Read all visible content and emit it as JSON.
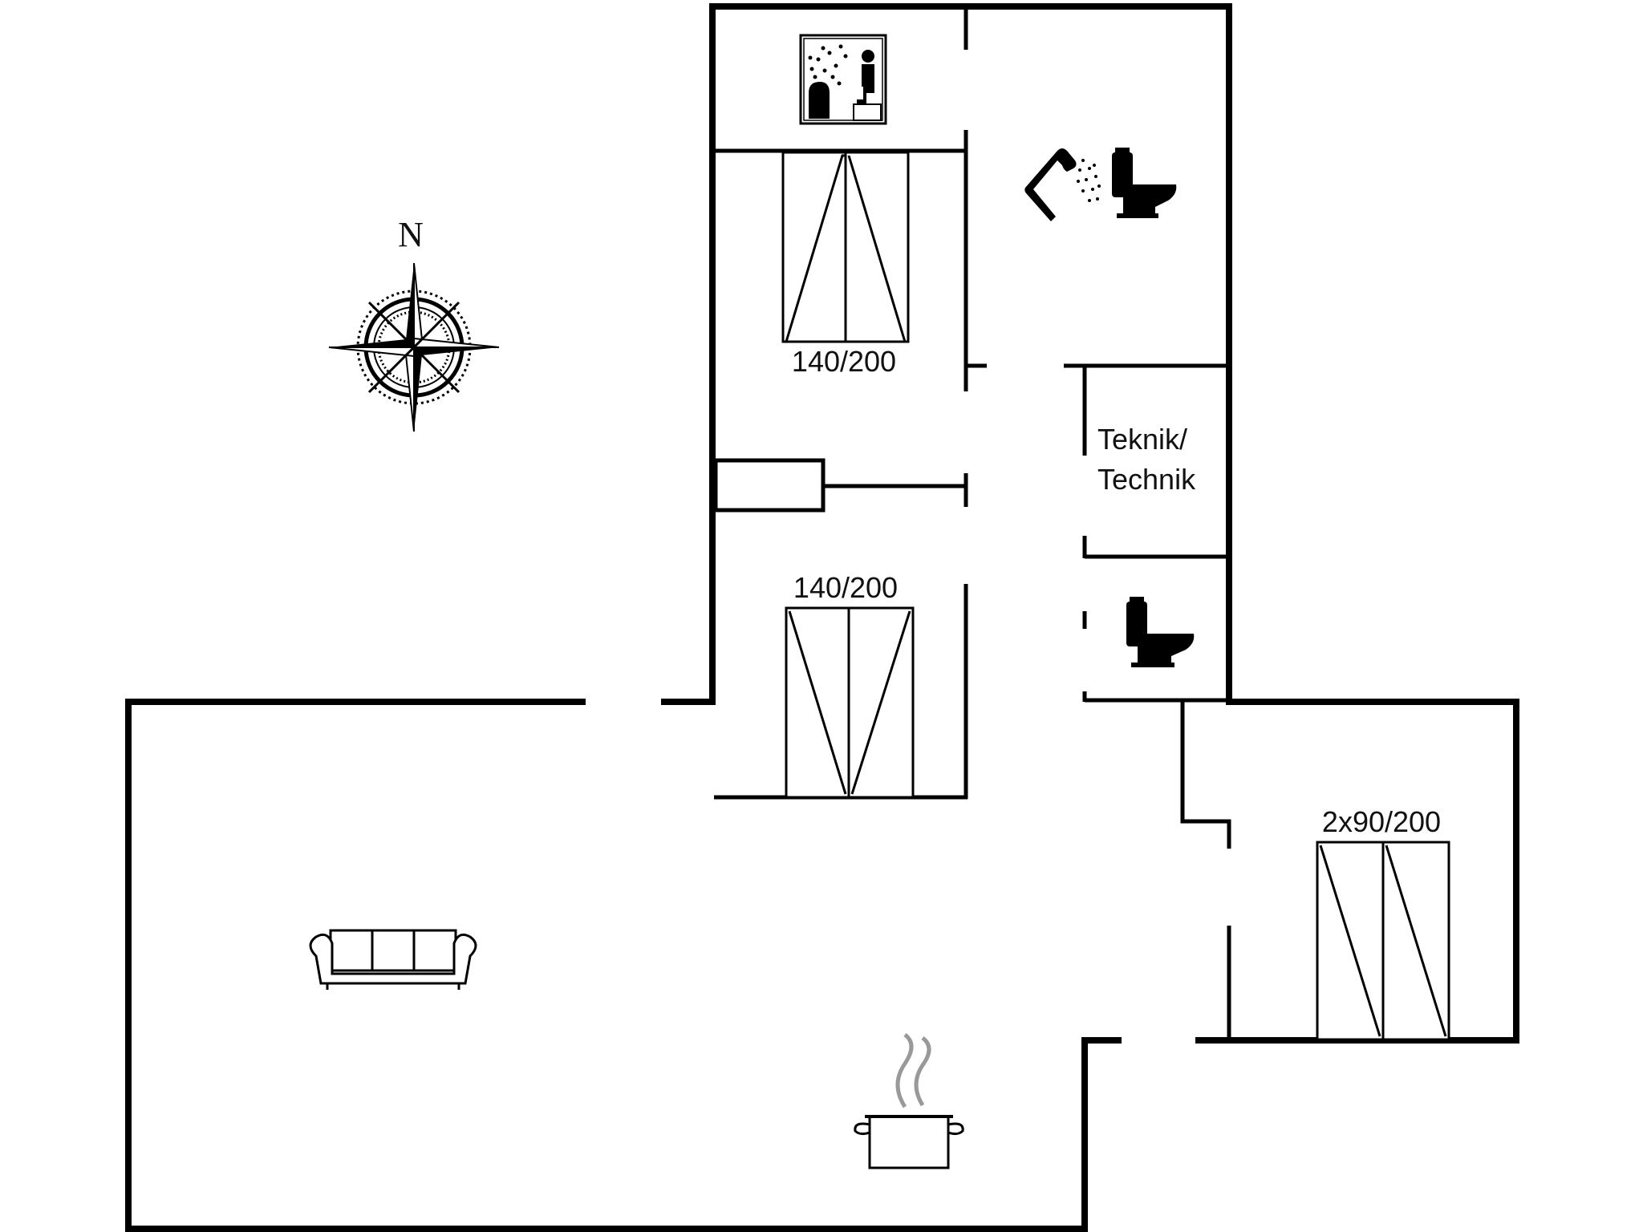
{
  "compass": {
    "north_label": "N"
  },
  "rooms": {
    "bedroom_upper": {
      "bed_label": "140/200",
      "icon": "double-bed-icon"
    },
    "bedroom_middle": {
      "bed_label": "140/200",
      "icon": "double-bed-icon"
    },
    "bedroom_right": {
      "bed_label": "2x90/200",
      "icon": "twin-bed-icon"
    },
    "technical_room": {
      "label_line1": "Teknik/",
      "label_line2": "Technik"
    },
    "sauna": {
      "icon": "sauna-icon"
    },
    "bathroom": {
      "icons": [
        "shower-icon",
        "toilet-icon"
      ]
    },
    "wc": {
      "icon": "toilet-icon"
    },
    "living_room": {
      "icon": "sofa-icon"
    },
    "kitchen": {
      "icon": "cooking-pot-icon"
    }
  },
  "colors": {
    "wall": "#000000",
    "background": "#ffffff"
  }
}
